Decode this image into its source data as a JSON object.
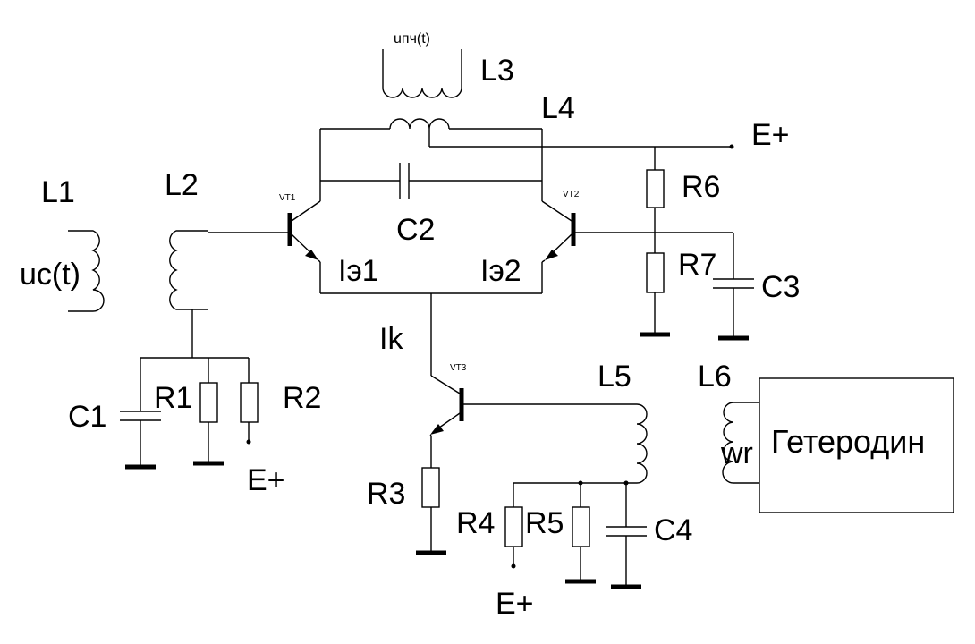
{
  "labels": {
    "L1": "L1",
    "L2": "L2",
    "L3": "L3",
    "L4": "L4",
    "L5": "L5",
    "L6": "L6",
    "uc": "uc(t)",
    "upch": "uпч(t)",
    "C1": "C1",
    "C2": "C2",
    "C3": "C3",
    "C4": "C4",
    "R1": "R1",
    "R2": "R2",
    "R3": "R3",
    "R4": "R4",
    "R5": "R5",
    "R6": "R6",
    "R7": "R7",
    "E_top": "E+",
    "E_R2": "E+",
    "E_R4": "E+",
    "Ie1": "Iэ1",
    "Ie2": "Iэ2",
    "Ik": "Ik",
    "VT1": "VT1",
    "VT2": "VT2",
    "VT3": "VT3",
    "wr": "wr",
    "heterodyne": "Гетеродин"
  }
}
